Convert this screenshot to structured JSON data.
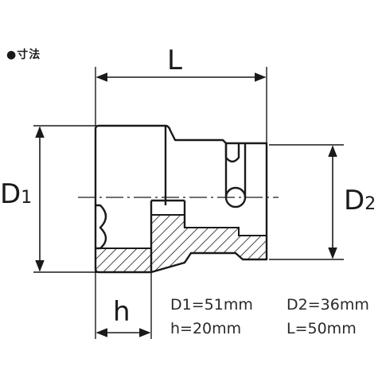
{
  "section_title": "●寸法",
  "labels": {
    "L": "L",
    "D1_main": "D",
    "D1_sub": "1",
    "D2_main": "D",
    "D2_sub": "2",
    "h": "h"
  },
  "specs": [
    "D1=51mm",
    "D2=36mm",
    "h=20mm",
    "L=50mm"
  ],
  "colors": {
    "line": "#1a1a1a",
    "hatch": "#1a1a1a",
    "background": "#ffffff"
  }
}
